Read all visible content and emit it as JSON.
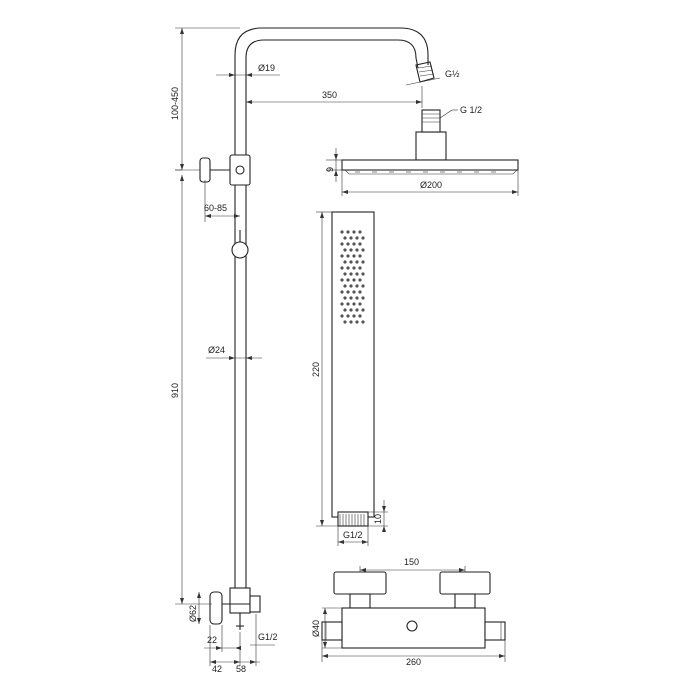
{
  "drawing": {
    "labels": {
      "pipe_diameter_top": "Ø19",
      "arm_length": "350",
      "height_adjust": "100-450",
      "connector_top": "G½",
      "connector_head": "G 1/2",
      "head_thickness": "9",
      "head_diameter": "Ø200",
      "holder_adjust": "60-85",
      "riser_diameter": "Ø24",
      "riser_height": "910",
      "handshower_length": "220",
      "handshower_thread": "10",
      "handshower_connector": "G1/2",
      "valve_knob_spacing": "150",
      "valve_body_diameter": "Ø40",
      "valve_width": "260",
      "bracket_diameter": "Ø62",
      "offset_22": "22",
      "offset_42": "42",
      "offset_58": "58",
      "bottom_connector": "G1/2"
    }
  }
}
